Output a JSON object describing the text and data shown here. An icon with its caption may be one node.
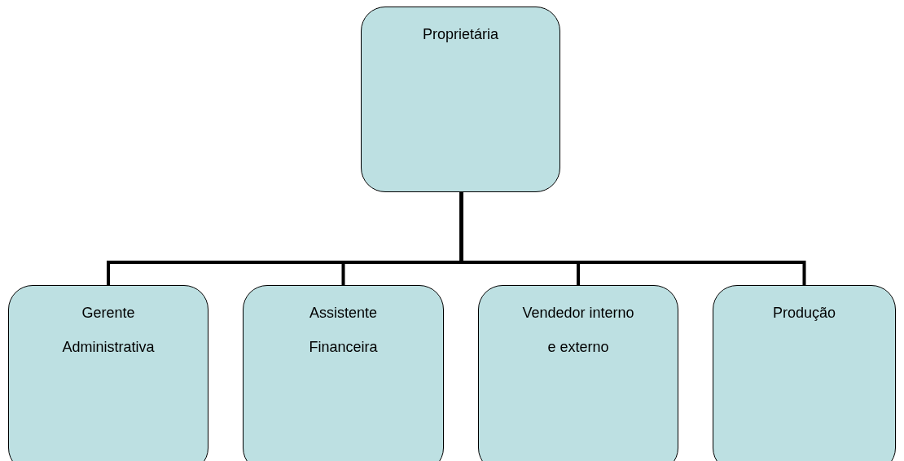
{
  "diagram": {
    "nodes": [
      {
        "text": [
          "Proprietária"
        ]
      },
      {
        "text": [
          "Gerente Administrativa"
        ]
      },
      {
        "text": [
          "Assistente Financeira"
        ]
      },
      {
        "text": [
          "Vendedor interno e externo"
        ]
      },
      {
        "text": [
          "Produção"
        ]
      }
    ],
    "edges": [
      {
        "from": 0,
        "to": 1,
        "arrow": "none"
      },
      {
        "from": 0,
        "to": 2,
        "arrow": "none"
      },
      {
        "from": 0,
        "to": 3,
        "arrow": "none"
      },
      {
        "from": 0,
        "to": 4,
        "arrow": "none"
      }
    ]
  }
}
